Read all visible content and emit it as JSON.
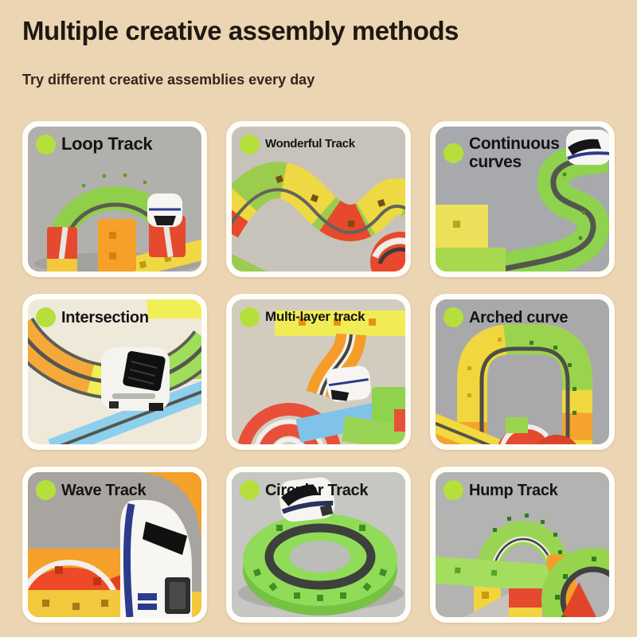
{
  "header": {
    "title": "Multiple creative assembly methods",
    "subtitle": "Try different creative assemblies every day"
  },
  "cards": [
    {
      "label": "Loop Track"
    },
    {
      "label": "Wonderful Track"
    },
    {
      "label": "Continuous curves"
    },
    {
      "label": "Intersection"
    },
    {
      "label": "Multi-layer track"
    },
    {
      "label": "Arched curve"
    },
    {
      "label": "Wave Track"
    },
    {
      "label": "Circular Track"
    },
    {
      "label": "Hump Track"
    }
  ],
  "colors": {
    "page_background": "#ecd5b2",
    "card_background": "#fffdf8",
    "bullet_green": "#b5e03c",
    "title_text": "#1f1812",
    "toy_red": "#e64a2e",
    "toy_orange": "#f5a028",
    "toy_yellow": "#f2d93c",
    "toy_green": "#96d44e",
    "toy_blue": "#8ecfee",
    "train_white": "#f6f5f2",
    "train_stripe_navy": "#2b3a8c",
    "track_dark_gray": "#4c4e48"
  }
}
